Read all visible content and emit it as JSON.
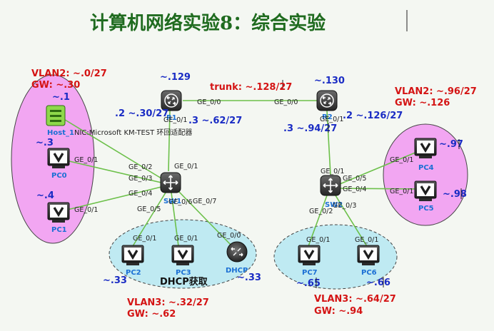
{
  "title": "计算机网络实验8：综合实验",
  "vlans": {
    "vlan2_left": {
      "label": "VLAN2: ~.0/27",
      "gw": "GW: ~.30"
    },
    "vlan2_right": {
      "label": "VLAN2: ~.96/27",
      "gw": "GW:  ~.126"
    },
    "vlan3_left": {
      "label": "VLAN3: ~.32/27",
      "gw": "GW:  ~.62"
    },
    "vlan3_right": {
      "label": "VLAN3: ~.64/27",
      "gw": "GW:  ~.94"
    }
  },
  "trunk": {
    "label": "trunk: ~.128/27"
  },
  "dhcp_note": "DHCP获取",
  "nic_label": "NIC:Microsoft KM-TEST 环回适配器",
  "devices": {
    "r1": {
      "name": "R1",
      "addr": "~.129"
    },
    "r2": {
      "name": "R2",
      "addr": "~.130"
    },
    "sw1": {
      "name": "SW1"
    },
    "sw2": {
      "name": "SW2"
    },
    "host1": {
      "name": "Host_1",
      "addr": "~.1"
    },
    "pc0": {
      "name": "PC0",
      "addr": "~.3"
    },
    "pc1": {
      "name": "PC1",
      "addr": "~.4"
    },
    "pc2": {
      "name": "PC2",
      "addr": "~.33"
    },
    "pc3": {
      "name": "PC3"
    },
    "dhcp": {
      "name": "DHCP",
      "addr": "~.33"
    },
    "pc4": {
      "name": "PC4",
      "addr": "~.97"
    },
    "pc5": {
      "name": "PC5",
      "addr": "~.98"
    },
    "pc6": {
      "name": "PC6",
      "addr": "~.66"
    },
    "pc7": {
      "name": "PC7",
      "addr": "~.65"
    }
  },
  "subif": {
    "r1_left": ".2  ~.30/27",
    "r1_right": ".3  ~.62/27",
    "r2_left": ".3  ~.94/27",
    "r2_right": ".2  ~.126/27"
  },
  "ports": {
    "r1_ge00": "GE_0/0",
    "r2_ge00": "GE_0/0",
    "r1_ge01": "GE_0/1",
    "r2_ge01": "GE_0/1",
    "sw1_ge01": "GE_0/1",
    "sw1_ge02": "GE_0/2",
    "sw1_ge03": "GE_0/3",
    "sw1_ge04": "GE_0/4",
    "sw1_ge05": "GE_0/5",
    "sw1_ge06": "GE_0/6",
    "sw1_ge07": "GE_0/7",
    "pc0_ge01": "GE_0/1",
    "pc1_ge01": "GE_0/1",
    "pc2_ge01": "GE_0/1",
    "pc3_ge01": "GE_0/1",
    "dhcp_ge00": "GE_0/0",
    "sw2_ge01": "GE_0/1",
    "sw2_ge05": "GE_0/5",
    "sw2_ge04": "GE_0/4",
    "sw2_ge02": "GE_0/2",
    "sw2_ge03": "GE_0/3",
    "pc4_ge01": "GE_0/1",
    "pc5_ge01": "GE_0/1",
    "pc7_ge01": "GE_0/1",
    "pc6_ge01": "GE_0/1"
  },
  "colors": {
    "title": "#1f6b1f",
    "vlan2_fill": "#f2a6f2",
    "vlan3_fill": "#bfeaf2",
    "link": "#6cc04a",
    "label_red": "#d41414",
    "label_blue": "#1a2cc4",
    "device_name": "#1a6fd4"
  }
}
